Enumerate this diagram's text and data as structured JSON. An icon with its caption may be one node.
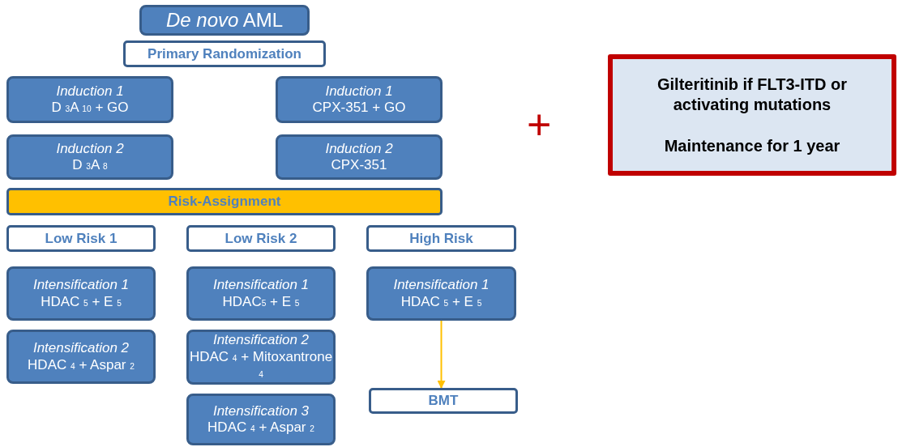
{
  "diagram": {
    "nodes": [
      {
        "text": [
          "*De novo* AML"
        ]
      },
      {
        "text": [
          "Primary Randomization"
        ]
      },
      {
        "text": [
          "Induction 1",
          "D $_{3}$A $_{10}$ + GO"
        ]
      },
      {
        "text": [
          "Induction 1",
          "CPX-351 + GO"
        ]
      },
      {
        "text": [
          "Induction 2",
          "D $_{3}$A $_{8}$"
        ]
      },
      {
        "text": [
          "Induction 2",
          "CPX-351"
        ]
      },
      {
        "text": [
          "Risk-Assignment"
        ]
      },
      {
        "text": [
          "Low Risk 1"
        ]
      },
      {
        "text": [
          "Low Risk 2"
        ]
      },
      {
        "text": [
          "High Risk"
        ]
      },
      {
        "text": [
          "Intensification 1",
          "HDAC $_{5}$ + E $_{5}$"
        ]
      },
      {
        "text": [
          "Intensification 2",
          "HDAC $_{4}$ + Aspar $_{2}$"
        ]
      },
      {
        "text": [
          "Intensification 1",
          "HDAC$_{5}$ + E $_{5}$"
        ]
      },
      {
        "text": [
          "Intensification 2",
          "HDAC $_{4}$ + Mitoxantrone $_{4}$"
        ]
      },
      {
        "text": [
          "Intensification 3",
          "HDAC $_{4}$ + Aspar $_{2}$"
        ]
      },
      {
        "text": [
          "Intensification 1",
          "HDAC $_{5}$ + E $_{5}$"
        ]
      },
      {
        "text": [
          "BMT"
        ]
      },
      {
        "text": [
          "Gilteritinib if FLT3-ITD or activating mutations",
          "Maintenance for 1 year"
        ]
      }
    ],
    "edges": [
      {
        "from": 15,
        "to": 16,
        "arrow": "to",
        "color": "#ffc000"
      }
    ],
    "labels": [
      "+"
    ]
  }
}
